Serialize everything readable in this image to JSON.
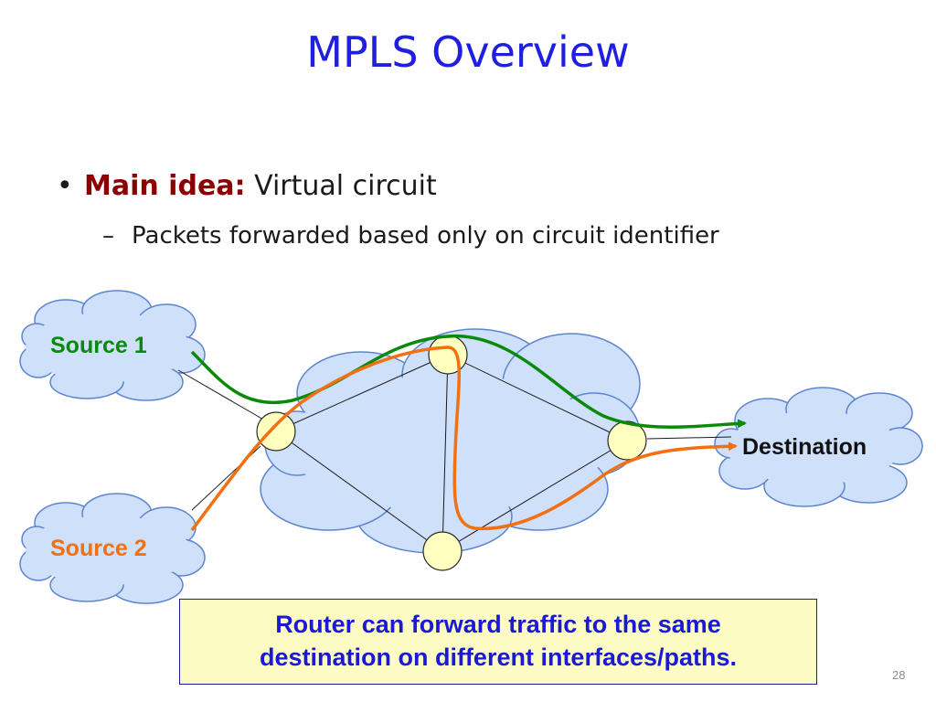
{
  "slide": {
    "title": "MPLS Overview",
    "bullet": {
      "lead": "Main idea:",
      "text": "Virtual circuit"
    },
    "subbullet": "Packets forwarded based only on circuit identifier",
    "note_line1": "Router can forward traffic to the same",
    "note_line2": "destination on different interfaces/paths.",
    "page_number": "28"
  },
  "diagram": {
    "nodes": {
      "source1": "Source 1",
      "source2": "Source 2",
      "destination": "Destination"
    },
    "colors": {
      "cloud_fill": "#cfe0fb",
      "cloud_edge": "#5d85cf",
      "router_fill": "#ffffc0",
      "path_source1": "#0a8a0a",
      "path_source2": "#f27012",
      "label_source1": "#0a8a0a",
      "label_source2": "#f27012"
    }
  }
}
